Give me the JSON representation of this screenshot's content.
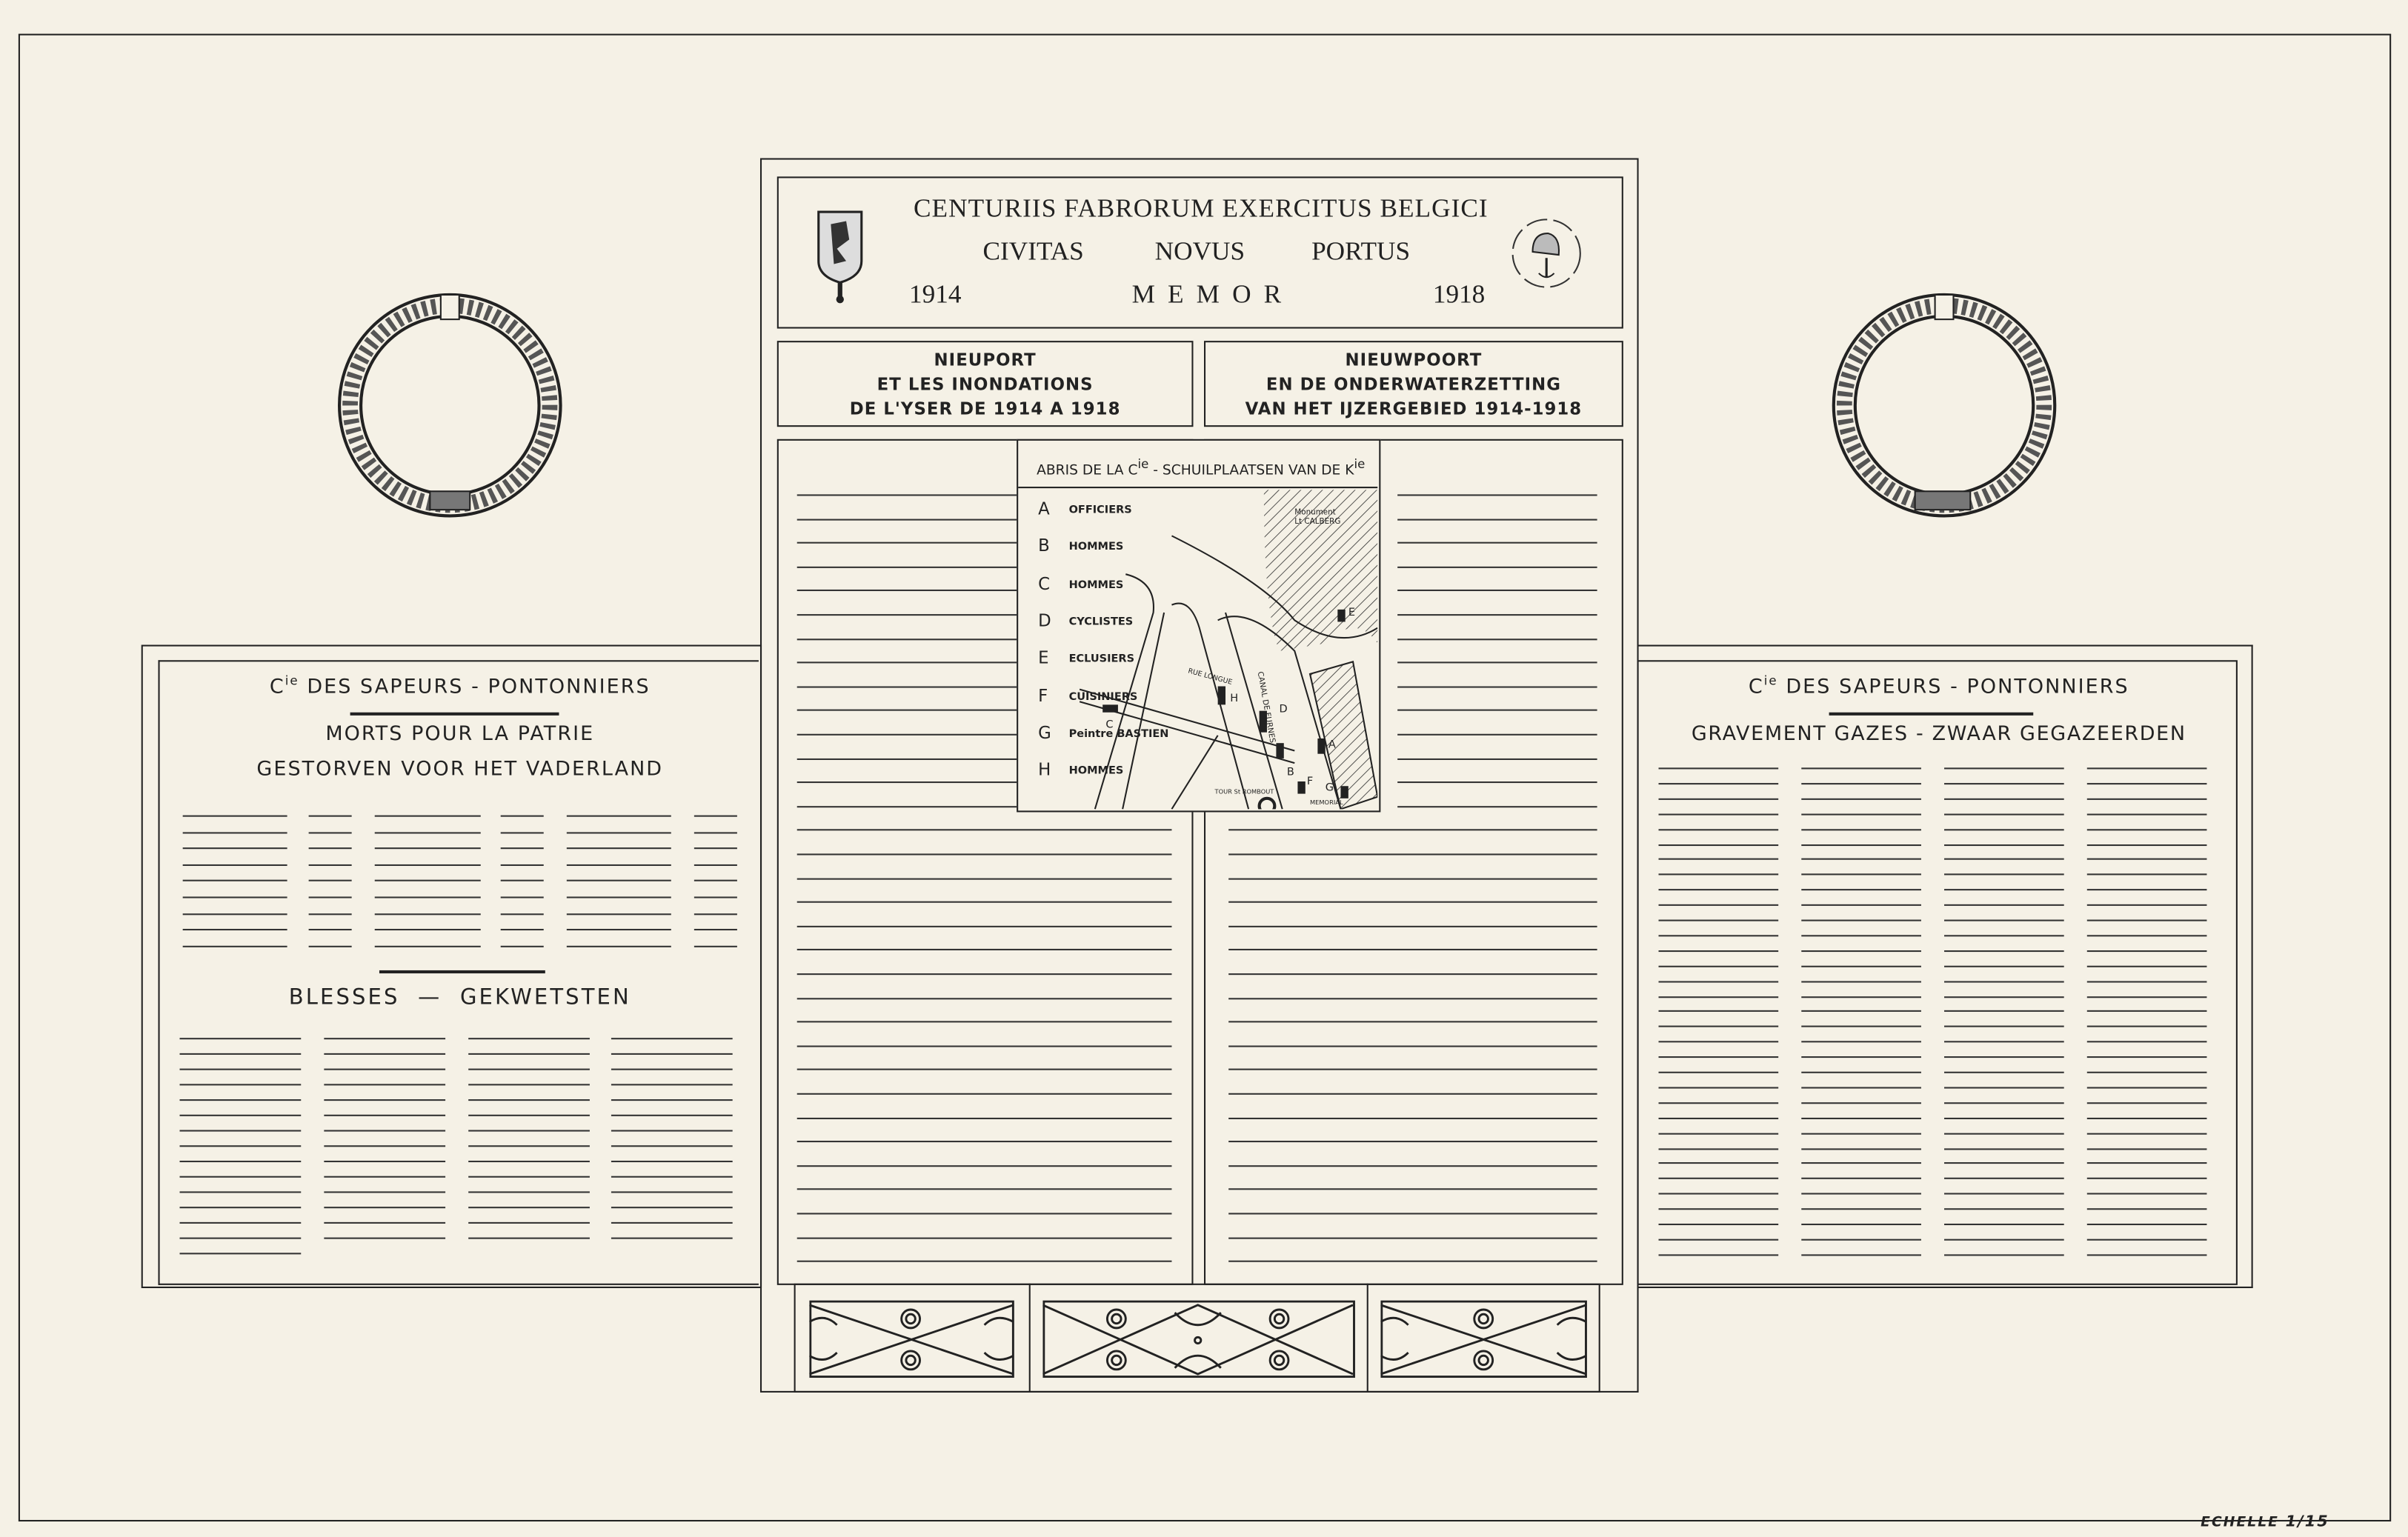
{
  "header": {
    "line1": "CENTURIIS FABRORUM EXERCITUS BELGICI",
    "line2": [
      "CIVITAS",
      "NOVUS",
      "PORTUS"
    ],
    "line3": [
      "1914",
      "M E M O R",
      "1918"
    ],
    "left_emblem": "coat-of-arms",
    "right_emblem": "helmet-anchor-medallion"
  },
  "subtitle_fr": [
    "NIEUPORT",
    "ET LES INONDATIONS",
    "DE L'YSER DE 1914 A 1918"
  ],
  "subtitle_nl": [
    "NIEUWPOORT",
    "EN DE ONDERWATERZETTING",
    "VAN HET IJZERGEBIED 1914-1918"
  ],
  "map": {
    "title_a": "ABRIS DE LA C",
    "title_a_sup": "ie",
    "title_b": " - SCHUILPLAATSEN VAN DE K",
    "title_b_sup": "ie",
    "legend": [
      {
        "letter": "A",
        "label": "OFFICIERS"
      },
      {
        "letter": "B",
        "label": "HOMMES"
      },
      {
        "letter": "C",
        "label": "HOMMES"
      },
      {
        "letter": "D",
        "label": "CYCLISTES"
      },
      {
        "letter": "E",
        "label": "ECLUSIERS"
      },
      {
        "letter": "F",
        "label": "CUISINIERS"
      },
      {
        "letter": "G",
        "label": "Peintre BASTIEN"
      },
      {
        "letter": "H",
        "label": "HOMMES"
      }
    ],
    "monument": [
      "Monument",
      "Lt CALBERG"
    ],
    "canal": "CANAL DE FURNES",
    "street": "RUE LONGUE",
    "tower": "TOUR St ROMBOUT",
    "memorial": "MEMORIAL"
  },
  "left_panel": {
    "company_a": "C",
    "company_sup": "ie",
    "company_b": " DES  SAPEURS - PONTONNIERS",
    "title1": "MORTS POUR LA PATRIE",
    "title2": "GESTORVEN VOOR HET VADERLAND",
    "wounded": "BLESSES  —  GEKWETSTEN"
  },
  "right_panel": {
    "company_a": "C",
    "company_sup": "ie",
    "company_b": " DES  SAPEURS - PONTONNIERS",
    "title": "GRAVEMENT GAZES - ZWAAR GEGAZEERDEN"
  },
  "scale": {
    "label": "ECHELLE",
    "value": "1/15"
  }
}
